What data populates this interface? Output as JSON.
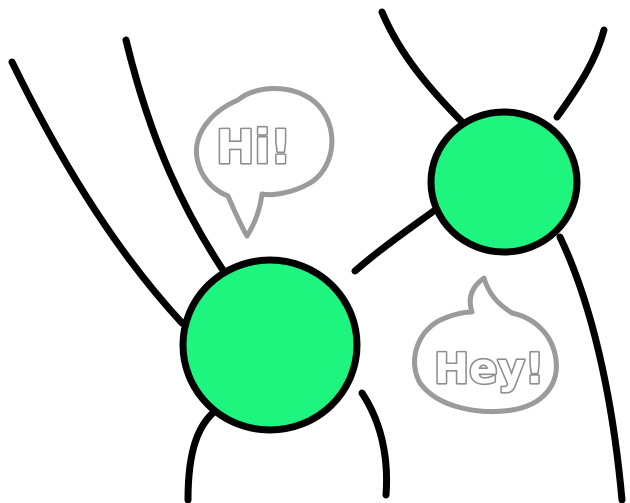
{
  "bubbles": {
    "left": {
      "text": "Hi!"
    },
    "right": {
      "text": "Hey!"
    }
  },
  "colors": {
    "node_fill": "#1ef57e",
    "outline": "#000000",
    "bubble_outline": "#9b9b9b"
  },
  "icons": {
    "left_node": "green-circle",
    "right_node": "green-circle",
    "left_bubble": "speech-bubble",
    "right_bubble": "speech-bubble"
  }
}
